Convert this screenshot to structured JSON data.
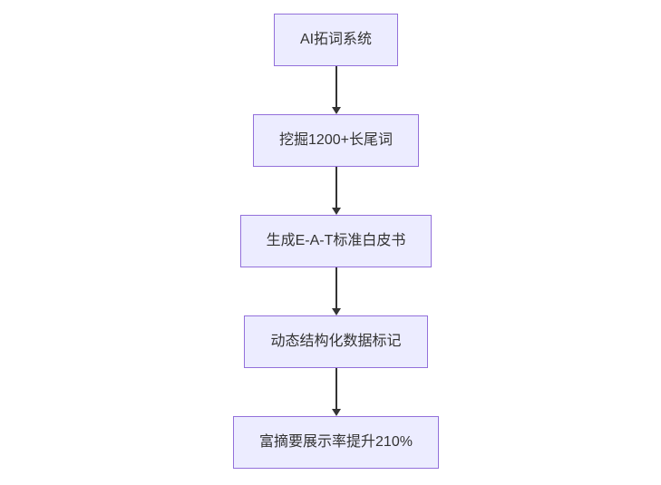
{
  "diagram": {
    "type": "flowchart",
    "direction": "top-down",
    "nodes": [
      {
        "id": "node-1",
        "label": "AI拓词系统"
      },
      {
        "id": "node-2",
        "label": "挖掘1200+长尾词"
      },
      {
        "id": "node-3",
        "label": "生成E-A-T标准白皮书"
      },
      {
        "id": "node-4",
        "label": "动态结构化数据标记"
      },
      {
        "id": "node-5",
        "label": "富摘要展示率提升210%"
      }
    ],
    "edges": [
      {
        "from": "node-1",
        "to": "node-2"
      },
      {
        "from": "node-2",
        "to": "node-3"
      },
      {
        "from": "node-3",
        "to": "node-4"
      },
      {
        "from": "node-4",
        "to": "node-5"
      }
    ],
    "colors": {
      "node_fill": "#ECECFF",
      "node_border": "#9370DB",
      "arrow": "#333333",
      "text": "#333333",
      "background": "#FFFFFF"
    }
  }
}
